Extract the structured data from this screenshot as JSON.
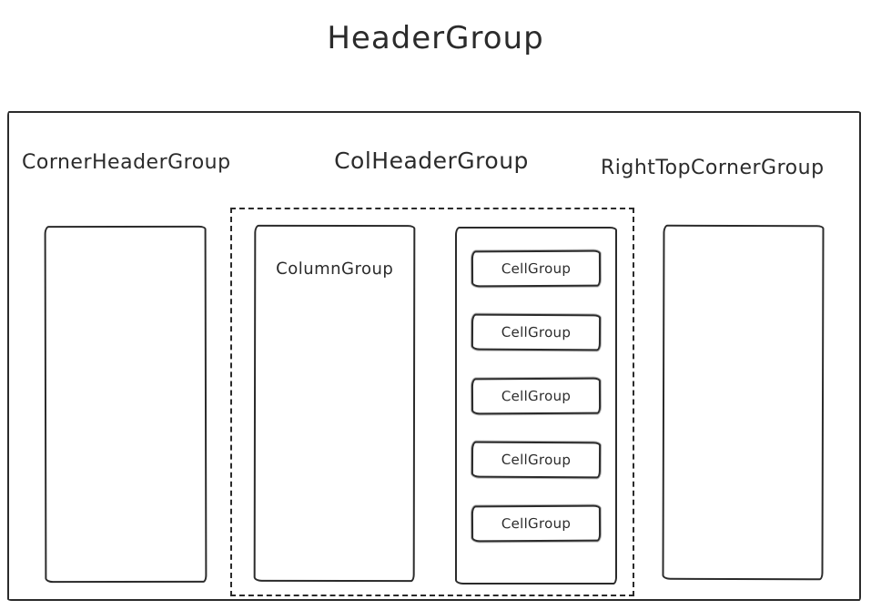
{
  "diagram": {
    "title": "HeaderGroup",
    "header_group": {
      "corner_header_label": "CornerHeaderGroup",
      "col_header_label": "ColHeaderGroup",
      "right_top_corner_label": "RightTopCornerGroup",
      "col_header_group": {
        "column_group_label": "ColumnGroup",
        "cell_groups": [
          {
            "label": "CellGroup"
          },
          {
            "label": "CellGroup"
          },
          {
            "label": "CellGroup"
          },
          {
            "label": "CellGroup"
          },
          {
            "label": "CellGroup"
          }
        ]
      }
    },
    "colors": {
      "stroke": "#2b2b2b",
      "background": "#ffffff"
    }
  }
}
